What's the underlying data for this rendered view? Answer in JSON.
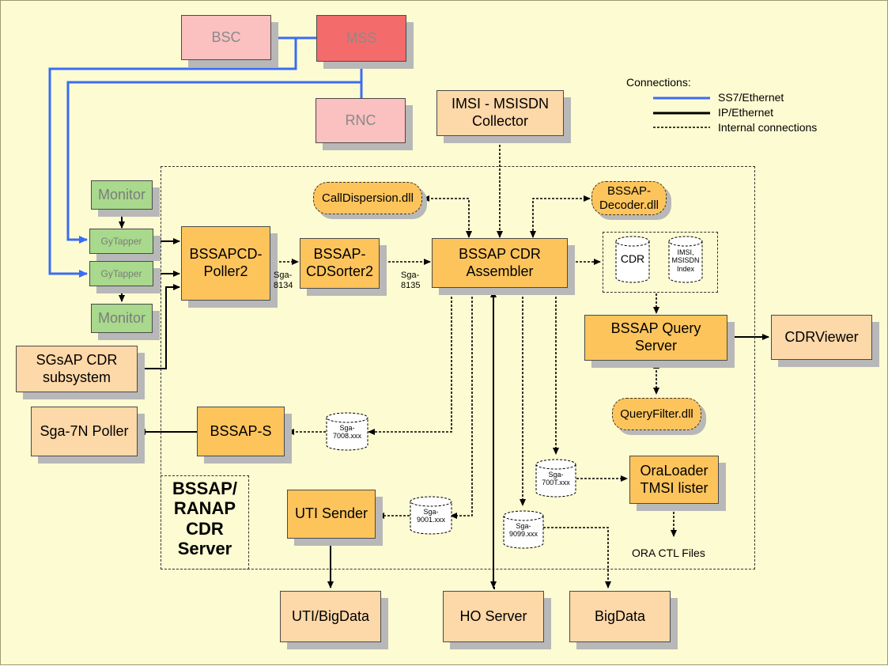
{
  "nodes": {
    "bsc": "BSC",
    "mss": "MSS",
    "rnc": "RNC",
    "imsi_collector": "IMSI - MSISDN Collector",
    "monitor_top": "Monitor",
    "monitor_bottom": "Monitor",
    "gytapper_top": "GyTapper",
    "gytapper_bottom": "GyTapper",
    "poller2": "BSSAPCD-Poller2",
    "cdsorter2": "BSSAP-CDSorter2",
    "assembler": "BSSAP CDR Assembler",
    "call_dispersion": "CallDispersion.dll",
    "decoder": "BSSAP-Decoder.dll",
    "query_server": "BSSAP Query Server",
    "query_filter": "QueryFilter.dll",
    "cdr_viewer": "CDRViewer",
    "sgsap": "SGsAP CDR subsystem",
    "sga7n_poller": "Sga-7N Poller",
    "bssap_s": "BSSAP-S",
    "uti_sender": "UTI Sender",
    "oraloader": "OraLoader TMSI lister",
    "uti_bigdata": "UTI/BigData",
    "ho_server": "HO Server",
    "bigdata": "BigData"
  },
  "storage": {
    "cdr": "CDR",
    "imsi_index": "IMSI, MSISDN Index",
    "sga7008": "Sga-7008.xxx",
    "sga9001": "Sga-9001.xxx",
    "sga700t": "Sga-700T.xxx",
    "sga9099": "Sga-9099.xxx"
  },
  "labels": {
    "sga8134": "Sga-8134",
    "sga8135": "Sga-8135",
    "ora_ctl": "ORA CTL Files",
    "server_title": "BSSAP/ RANAP CDR Server"
  },
  "legend": {
    "title": "Connections:",
    "items": [
      "SS7/Ethernet",
      "IP/Ethernet",
      "Internal connections"
    ]
  },
  "colors": {
    "background": "#fdfbd2",
    "ss7_line": "#3a6cf4",
    "ip_line": "#000000",
    "orange_box": "#fdc45c",
    "peach_box": "#fdd8a8",
    "pink_box": "#fbc0c0",
    "red_box": "#f46b6b",
    "green_box": "#a8d98c"
  }
}
